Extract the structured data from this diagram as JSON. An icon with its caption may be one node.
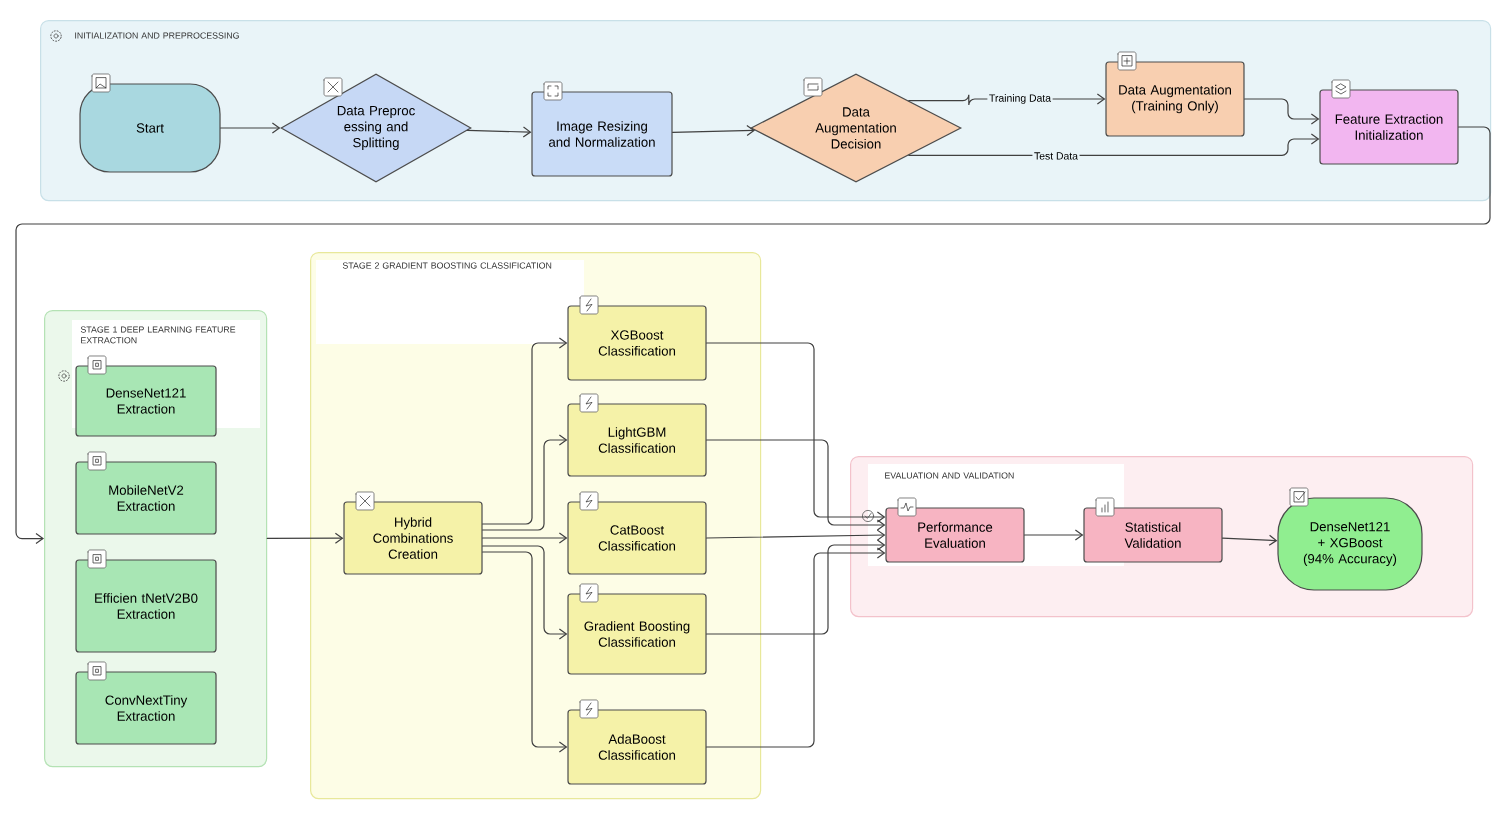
{
  "diagram": {
    "nodes": [
      {
        "text": [
          "INITIALIZATION AND PREPROCESSING"
        ]
      },
      {
        "text": [
          "Start"
        ],
        "in": 0
      },
      {
        "text": [
          "Data Preproc essing and Splitting"
        ],
        "in": 0
      },
      {
        "text": [
          "Image Resizing and Normalization"
        ],
        "in": 0
      },
      {
        "text": [
          "Data Augmentation Decision"
        ],
        "in": 0
      },
      {
        "text": [
          "Data Augmentation (Training Only)"
        ],
        "in": 0
      },
      {
        "text": [
          "Feature Extraction Initialization"
        ],
        "in": 0
      },
      {
        "text": [
          "STAGE 1 DEEP LEARNING FEATURE EXTRACTION"
        ]
      },
      {
        "text": [
          "DenseNet121 Extraction"
        ],
        "in": 7
      },
      {
        "text": [
          "MobileNetV2 Extraction"
        ],
        "in": 7
      },
      {
        "text": [
          "Efficien tNetV2B0 Extraction"
        ],
        "in": 7
      },
      {
        "text": [
          "ConvNextTiny Extraction"
        ],
        "in": 7
      },
      {
        "text": [
          "STAGE 2 GRADIENT BOOSTING CLASSIFICATION"
        ]
      },
      {
        "text": [
          "Hybrid Combinations Creation"
        ],
        "in": 12
      },
      {
        "text": [
          "XGBoost Classification"
        ],
        "in": 12
      },
      {
        "text": [
          "LightGBM Classification"
        ],
        "in": 12
      },
      {
        "text": [
          "CatBoost Classification"
        ],
        "in": 12
      },
      {
        "text": [
          "Gradient Boosting Classification"
        ],
        "in": 12
      },
      {
        "text": [
          "AdaBoost Classification"
        ],
        "in": 12
      },
      {
        "text": [
          "EVALUATION AND VALIDATION"
        ]
      },
      {
        "text": [
          "Performance Evaluation"
        ],
        "in": 19
      },
      {
        "text": [
          "Statistical Validation"
        ],
        "in": 19
      },
      {
        "text": [
          "DenseNet121 + XGBoost (94% Accuracy)"
        ],
        "in": 19
      }
    ],
    "edges": [
      {
        "from": 1,
        "to": 2,
        "arrow": "to"
      },
      {
        "from": 2,
        "to": 3,
        "arrow": "to"
      },
      {
        "from": 3,
        "to": 4,
        "arrow": "to"
      },
      {
        "from": 4,
        "to": 5,
        "arrow": "to",
        "label": "Training Data"
      },
      {
        "from": 4,
        "to": 6,
        "arrow": "to",
        "label": "Test Data"
      },
      {
        "from": 5,
        "to": 6,
        "arrow": "to"
      },
      {
        "from": 6,
        "to": 7,
        "arrow": "to"
      },
      {
        "from": 7,
        "to": 13,
        "arrow": "to"
      },
      {
        "from": 13,
        "to": 14,
        "arrow": "to"
      },
      {
        "from": 13,
        "to": 15,
        "arrow": "to"
      },
      {
        "from": 13,
        "to": 16,
        "arrow": "to"
      },
      {
        "from": 13,
        "to": 17,
        "arrow": "to"
      },
      {
        "from": 13,
        "to": 18,
        "arrow": "to"
      },
      {
        "from": 14,
        "to": 20,
        "arrow": "to"
      },
      {
        "from": 15,
        "to": 20,
        "arrow": "to"
      },
      {
        "from": 16,
        "to": 20,
        "arrow": "to"
      },
      {
        "from": 17,
        "to": 20,
        "arrow": "to"
      },
      {
        "from": 18,
        "to": 20,
        "arrow": "to"
      },
      {
        "from": 20,
        "to": 21,
        "arrow": "to"
      },
      {
        "from": 21,
        "to": 22,
        "arrow": "to"
      }
    ]
  }
}
